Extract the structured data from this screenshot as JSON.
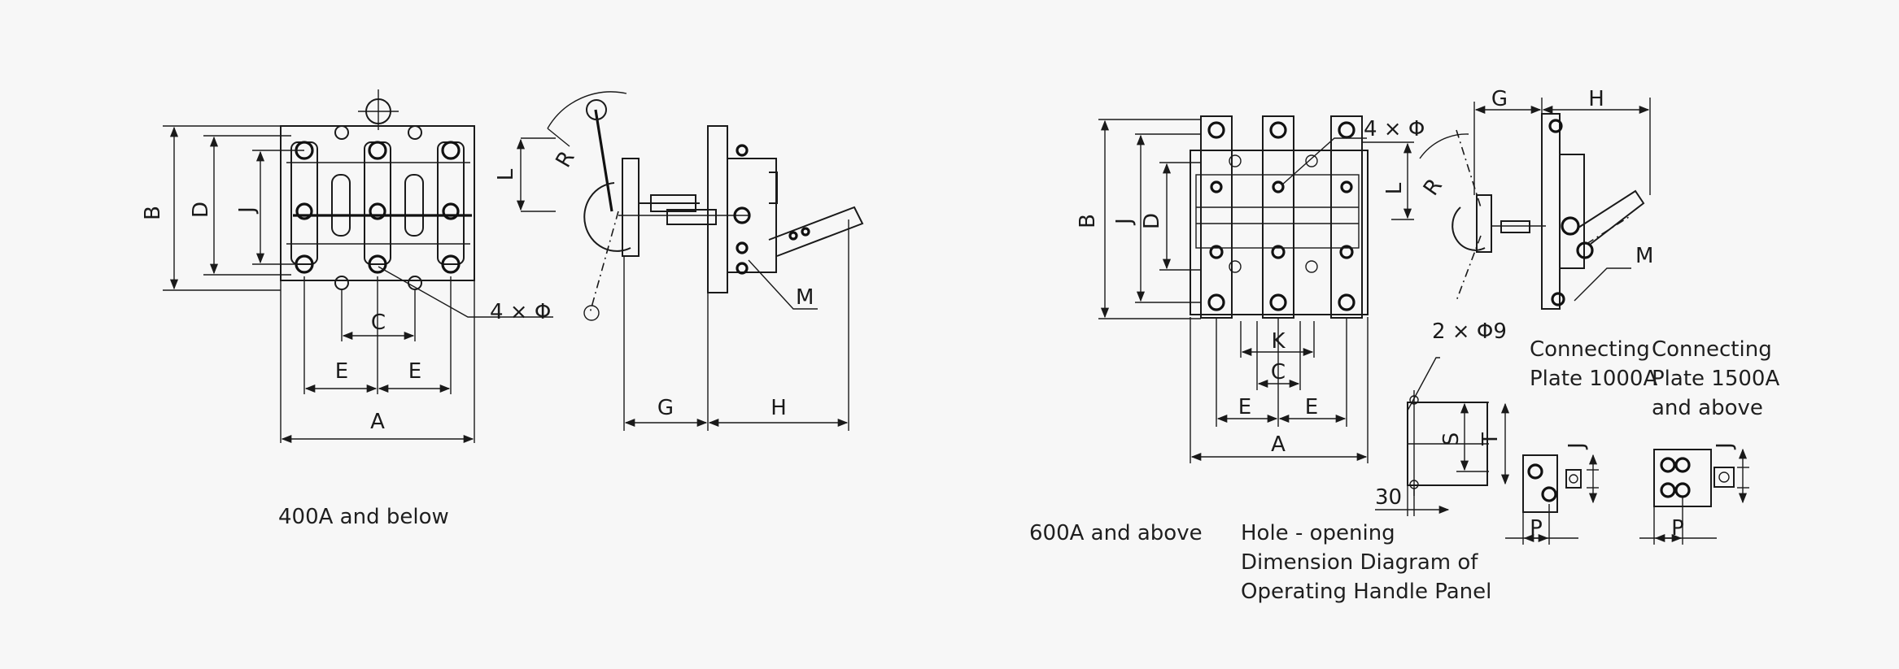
{
  "labels": {
    "A": "A",
    "B": "B",
    "C": "C",
    "D": "D",
    "E": "E",
    "G": "G",
    "H": "H",
    "J": "J",
    "K": "K",
    "L": "L",
    "M": "M",
    "P": "P",
    "R": "R",
    "S": "S",
    "T": "T",
    "holes_4": "4 × Φ",
    "holes_2": "2 × Φ9",
    "dim_30": "30"
  },
  "captions": {
    "left": "400A and below",
    "right": "600A and above",
    "hole_opening": [
      "Hole - opening",
      "Dimension Diagram of",
      "Operating Handle Panel"
    ],
    "plate_1000": [
      "Connecting",
      "Plate 1000A"
    ],
    "plate_1500": [
      "Connecting",
      "Plate 1500A",
      "and above"
    ]
  },
  "colors": {
    "line": "#1a1a1a",
    "background": "#f7f7f7"
  }
}
